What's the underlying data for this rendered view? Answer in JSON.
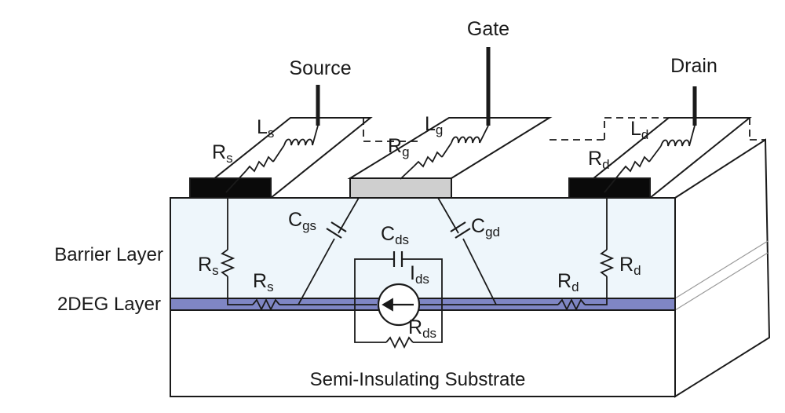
{
  "terminals": {
    "source": "Source",
    "gate": "Gate",
    "drain": "Drain"
  },
  "layers": {
    "barrier": "Barrier Layer",
    "twodeg": "2DEG Layer",
    "substrate": "Semi-Insulating Substrate"
  },
  "components": {
    "ls": {
      "base": "L",
      "sub": "s"
    },
    "lg": {
      "base": "L",
      "sub": "g"
    },
    "ld": {
      "base": "L",
      "sub": "d"
    },
    "rs_top": {
      "base": "R",
      "sub": "s"
    },
    "rg": {
      "base": "R",
      "sub": "g"
    },
    "rd_top": {
      "base": "R",
      "sub": "d"
    },
    "cgs": {
      "base": "C",
      "sub": "gs"
    },
    "cds": {
      "base": "C",
      "sub": "ds"
    },
    "cgd": {
      "base": "C",
      "sub": "gd"
    },
    "ids": {
      "base": "I",
      "sub": "ds"
    },
    "rds": {
      "base": "R",
      "sub": "ds"
    },
    "rs_vert": {
      "base": "R",
      "sub": "s"
    },
    "rs_chan": {
      "base": "R",
      "sub": "s"
    },
    "rd_chan": {
      "base": "R",
      "sub": "d"
    },
    "rd_vert": {
      "base": "R",
      "sub": "d"
    }
  },
  "colors": {
    "barrier_fill": "#eef6fb",
    "twodeg_fill": "#7f86c4",
    "source_contact": "#0a0a0a",
    "drain_contact": "#0a0a0a",
    "gate_contact": "#cfcfcf",
    "line": "#1a1a1a"
  }
}
